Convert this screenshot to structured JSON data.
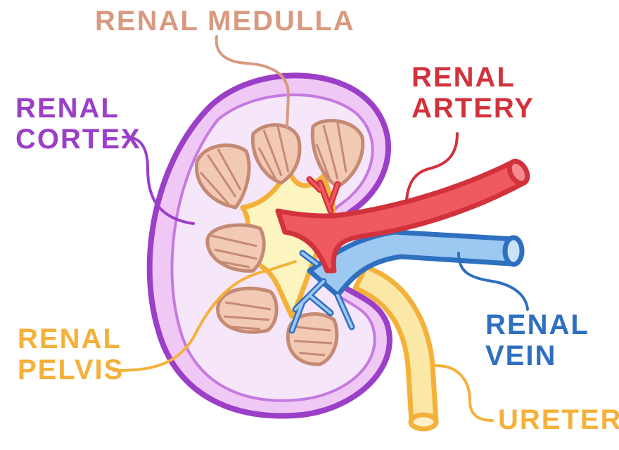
{
  "labels": {
    "medulla": "RENAL MEDULLA",
    "cortex": [
      "RENAL",
      "CORTEX"
    ],
    "artery": [
      "RENAL",
      "ARTERY"
    ],
    "vein": [
      "RENAL",
      "VEIN"
    ],
    "pelvis": [
      "RENAL",
      "PELVIS"
    ],
    "ureter": "URETER"
  },
  "colors": {
    "medulla": "#d89a80",
    "cortex": "#9b3fc8",
    "artery": "#d2323c",
    "vein": "#2f6fc0",
    "pelvis": "#f4b13a",
    "ureter": "#f4b13a",
    "kidney_fill": "#f0c8f5",
    "kidney_inner": "#f6e6fa",
    "pyramid_fill": "#f2c9b4"
  }
}
